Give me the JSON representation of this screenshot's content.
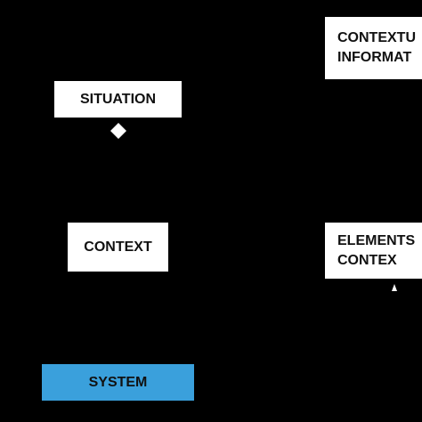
{
  "diagram": {
    "nodes": {
      "situation": "SITUATION",
      "context": "CONTEXT",
      "system": "SYSTEM",
      "contextual_information": "CONTEXTU\nINFORMAT",
      "elements_of_context": "ELEMENTS\nCONTEX"
    },
    "colors": {
      "background": "#000000",
      "node_fill": "#ffffff",
      "system_fill": "#3aa0dc",
      "text": "#111111"
    },
    "markers": {
      "situation_marker": "diamond-icon",
      "elements_marker": "arrowhead-icon"
    }
  }
}
